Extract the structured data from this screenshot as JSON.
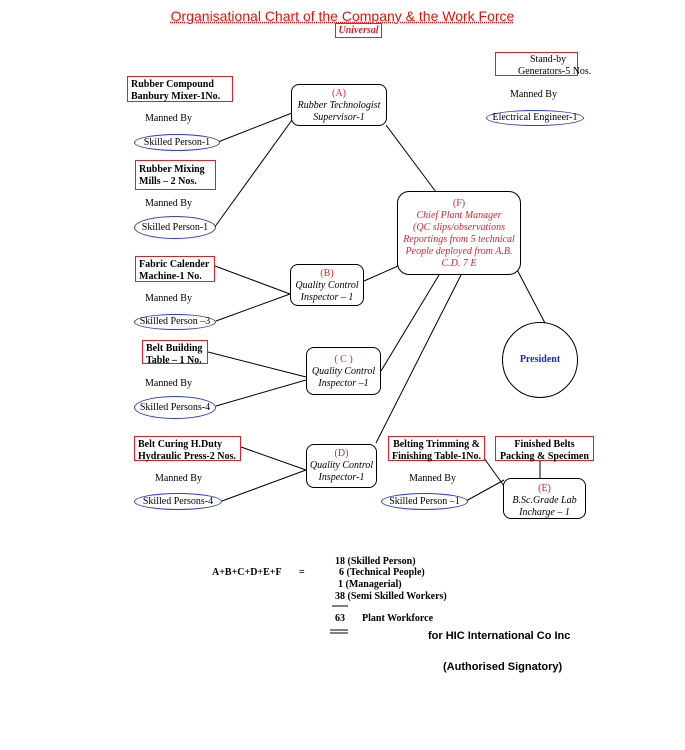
{
  "title": "Organisational Chart of the Company & the Work Force",
  "company": "Universal",
  "machines": {
    "banbury": [
      "Rubber Compound",
      "Banbury Mixer-1No."
    ],
    "mixing_mills": [
      "Rubber Mixing",
      "Mills – 2 Nos."
    ],
    "calender": [
      "Fabric Calender",
      "Machine-1  No."
    ],
    "belt_building": [
      "Belt Building",
      "Table – 1 No."
    ],
    "belt_curing": [
      "Belt Curing H.Duty",
      "Hydraulic Press-2  Nos."
    ],
    "standby": [
      "Stand-by",
      "Generators-5 Nos."
    ],
    "trimming": [
      "Belting Trimming &",
      "Finishing Table-1No."
    ],
    "finished": [
      "Finished Belts",
      "Packing & Specimen"
    ]
  },
  "manned_by": "Manned  By",
  "workers": {
    "banbury": "Skilled Person-1",
    "mixing_mills": "Skilled Person-1",
    "calender": "Skilled Person –3",
    "belt_building": "Skilled Persons-4",
    "belt_curing": "Skilled Persons-4",
    "standby": "Electrical  Engineer-1",
    "trimming": "Skilled Person –1"
  },
  "supervisors": {
    "A": {
      "letter": "(A)",
      "lines": [
        "Rubber Technologist",
        "Supervisor-1"
      ]
    },
    "B": {
      "letter": "(B)",
      "lines": [
        "Quality Control",
        "Inspector  – 1"
      ]
    },
    "C": {
      "letter": "( C )",
      "lines": [
        "Quality Control",
        "Inspector  –1"
      ]
    },
    "D": {
      "letter": "(D)",
      "lines": [
        "Quality Control",
        "Inspector-1"
      ]
    },
    "E": {
      "letter": "(E)",
      "lines": [
        "B.Sc.Grade  Lab",
        "Incharge  – 1"
      ]
    },
    "F": {
      "letter": "(F)",
      "lines": [
        "Chief Plant Manager",
        "(QC slips/observations",
        "Reportings  from 5 technical",
        "People  deployed  from A.B.",
        "C.D. 7 E"
      ]
    }
  },
  "president": "President",
  "summary": {
    "formula": "A+B+C+D+E+F",
    "equals": "=",
    "rows": [
      "18 (Skilled Person)",
      "6  (Technical People)",
      "1 (Managerial)",
      "38 (Semi Skilled Workers)"
    ],
    "total": "63",
    "total_label": "Plant Workforce"
  },
  "signatory": {
    "company": "for HIC International Co Inc",
    "label": "(Authorised Signatory)"
  },
  "colors": {
    "title": "#e0140f",
    "box_border": "#d8232a",
    "ellipse_border": "#2a3bd6",
    "president_text": "#1a2dbd"
  }
}
